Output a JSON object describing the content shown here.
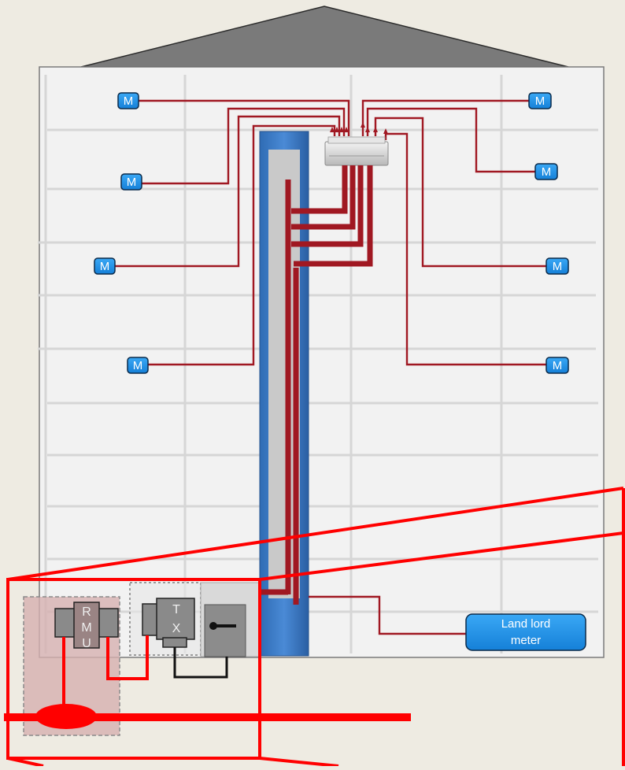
{
  "diagram": {
    "meter_label": "M",
    "rmu_letters": [
      "R",
      "M",
      "U"
    ],
    "tx_letters": [
      "T",
      "X"
    ],
    "landlord_meter": [
      "Land lord",
      "meter"
    ]
  },
  "colors": {
    "background": "#eeebe2",
    "building_fill": "#f1f1f1",
    "cable_dark_red": "#a01822",
    "highlight_red": "#ff0000",
    "meter_blue": "#1e90e8",
    "riser_blue": "#3470b8",
    "roof_gray": "#7a7a7a",
    "equipment_gray": "#8a8a8a",
    "substation_pink": "#d8b3b3"
  },
  "icons": {
    "meter": "meter-box-icon",
    "rmu": "ring-main-unit-icon",
    "transformer": "transformer-icon",
    "switch": "lv-switch-icon",
    "distribution_board": "distribution-board-icon"
  }
}
